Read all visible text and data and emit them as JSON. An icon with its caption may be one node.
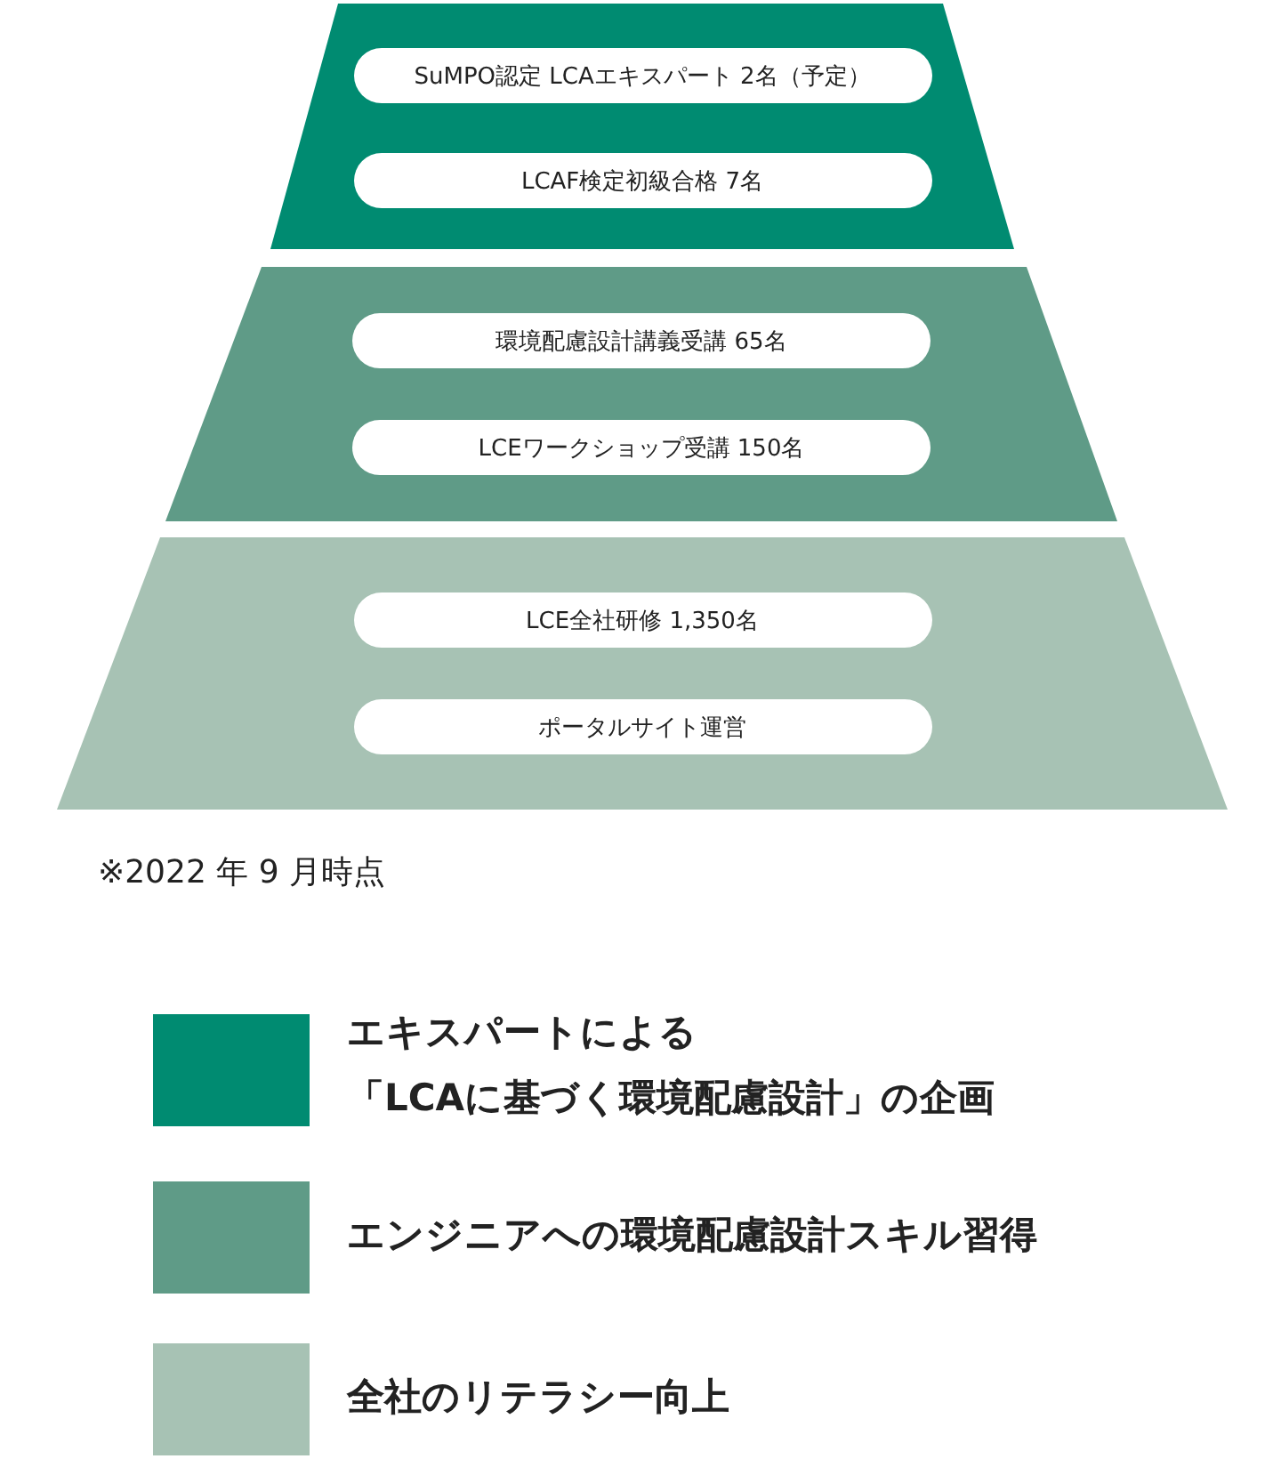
{
  "diagram": {
    "nodes": [
      {
        "text": [],
        "shape": "trapezoid"
      },
      {
        "text": [
          "SuMPO認定 LCAエキスパート 2名（予定）"
        ],
        "in": 0
      },
      {
        "text": [
          "LCAF検定初級合格 7名"
        ],
        "in": 0
      },
      {
        "text": [],
        "shape": "trapezoid"
      },
      {
        "text": [
          "環境配慮設計講義受講 65名"
        ],
        "in": 3
      },
      {
        "text": [
          "LCEワークショップ受講 150名"
        ],
        "in": 3
      },
      {
        "text": [],
        "shape": "trapezoid"
      },
      {
        "text": [
          "LCE全社研修 1,350名"
        ],
        "in": 6
      },
      {
        "text": [
          "ポータルサイト運営"
        ],
        "in": 6
      }
    ],
    "labels": [
      "※2022 年 9 月時点"
    ],
    "legend": [
      {
        "text": "エキスパートによる「LCAに基づく環境配慮設計」の企画",
        "color": "#008b71"
      },
      {
        "text": "エンジニアへの環境配慮設計スキル習得",
        "color": "#5f9b87"
      },
      {
        "text": "全社のリテラシー向上",
        "color": "#a7c2b4"
      }
    ]
  }
}
